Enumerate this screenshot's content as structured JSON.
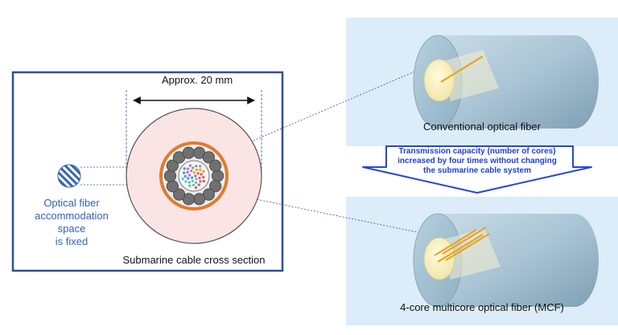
{
  "cross_section": {
    "width_label": "Approx. 20 mm",
    "fiber_space_label": "Optical fiber\naccommodation space\nis fixed",
    "caption": "Submarine cable cross section"
  },
  "conventional": {
    "label": "Conventional optical fiber"
  },
  "mcf": {
    "label": "4-core multicore optical fiber (MCF)"
  },
  "arrow": {
    "text": "Transmission capacity (number of cores)\nincreased by four times without changing\nthe submarine cable system"
  },
  "colors": {
    "frame": "#2f4f9f",
    "cable_sheath": "#fbe4e4",
    "armor_ring": "#e07a2e",
    "armor_wire": "#707070",
    "panel_bg": "#dcecf8",
    "arrow_fill": "#ffffff",
    "arrow_stroke": "#2547d8",
    "core": "#e8a21a"
  }
}
